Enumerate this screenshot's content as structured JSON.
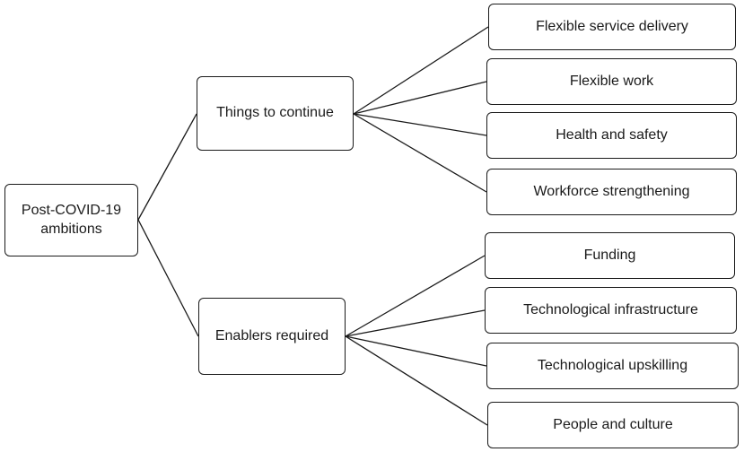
{
  "diagram": {
    "root": {
      "label": "Post-COVID-19 ambitions"
    },
    "branches": [
      {
        "label": "Things to continue",
        "children": [
          "Flexible service delivery",
          "Flexible work",
          "Health and safety",
          "Workforce strengthening"
        ]
      },
      {
        "label": "Enablers required",
        "children": [
          "Funding",
          "Technological infrastructure",
          "Technological upskilling",
          "People and culture"
        ]
      }
    ]
  }
}
